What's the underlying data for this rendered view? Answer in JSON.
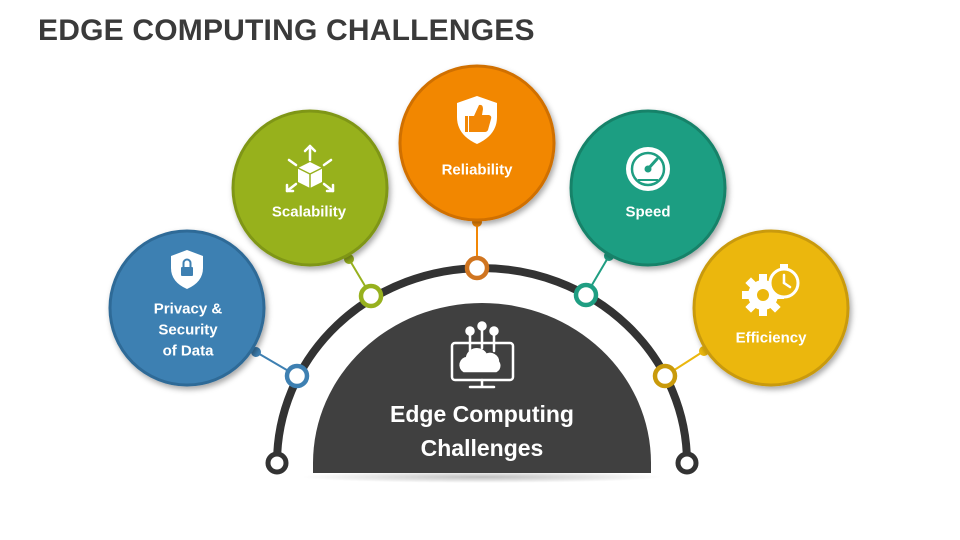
{
  "slide": {
    "title": "EDGE COMPUTING CHALLENGES",
    "center_label": "Edge Computing\nChallenges"
  },
  "challenges": [
    {
      "label": "Privacy &\nSecurity\nof Data",
      "icon": "shield-lock-icon",
      "color": "#3e80b2"
    },
    {
      "label": "Scalability",
      "icon": "scalable-box-icon",
      "color": "#97b11e"
    },
    {
      "label": "Reliability",
      "icon": "shield-thumbs-up-icon",
      "color": "#f28705"
    },
    {
      "label": "Speed",
      "icon": "speedometer-icon",
      "color": "#1f9e82"
    },
    {
      "label": "Efficiency",
      "icon": "gear-clock-icon",
      "color": "#ebb70d"
    }
  ],
  "colors": {
    "arc": "#333333",
    "center": "#404040",
    "text": "#ffffff"
  }
}
